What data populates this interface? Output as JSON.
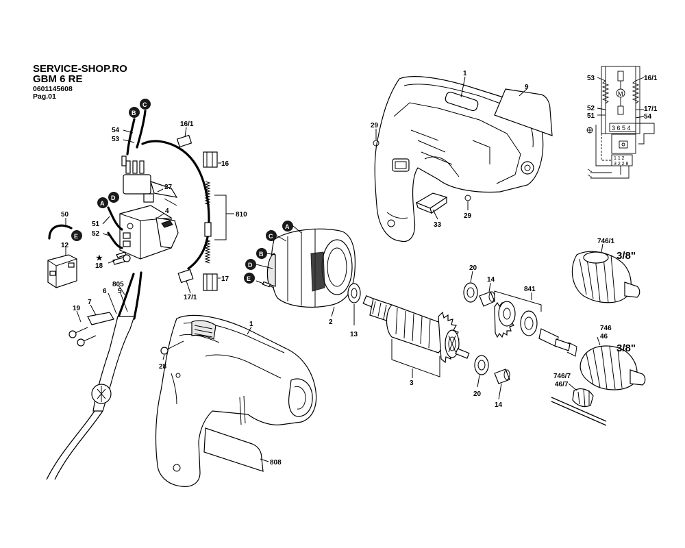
{
  "header": {
    "line1": "SERVICE-SHOP.RO",
    "line2": "GBM 6 RE",
    "line3": "0601145608",
    "line4": "Pag.01"
  },
  "connectors": [
    "A",
    "B",
    "C",
    "D",
    "E"
  ],
  "part_labels": {
    "p1_top": "1",
    "p9": "9",
    "p29_a": "29",
    "p29_b": "29",
    "p33": "33",
    "p16_1": "16/1",
    "p16": "16",
    "p27": "27",
    "p4": "4",
    "p810": "810",
    "p17": "17",
    "p17_1": "17/1",
    "p54": "54",
    "p53": "53",
    "p51": "51",
    "p52": "52",
    "p50": "50",
    "p12": "12",
    "p18": "18",
    "p805": "805",
    "p6": "6",
    "p5": "5",
    "p7": "7",
    "p19": "19",
    "p1_bot": "1",
    "p28": "28",
    "p808": "808",
    "p2": "2",
    "p13": "13",
    "p3": "3",
    "p20_a": "20",
    "p14_a": "14",
    "p20_b": "20",
    "p14_b": "14",
    "p841": "841",
    "p746_1": "746/1",
    "p746": "746",
    "p46": "46",
    "p746_7": "746/7",
    "p46_7": "46/7"
  },
  "chuck_sizes": {
    "top": "3/8\"",
    "bottom": "3/8\""
  },
  "schematic": {
    "labels": {
      "s53": "53",
      "s16_1": "16/1",
      "s52": "52",
      "s51": "51",
      "s17_1": "17/1",
      "s54": "54"
    },
    "motor_symbol": "M",
    "terminals_top": "3 6 5 4",
    "terminals_bottom": "1 1 2",
    "terminals_bottom2": "3 2 2 8"
  },
  "star_symbol": "★"
}
